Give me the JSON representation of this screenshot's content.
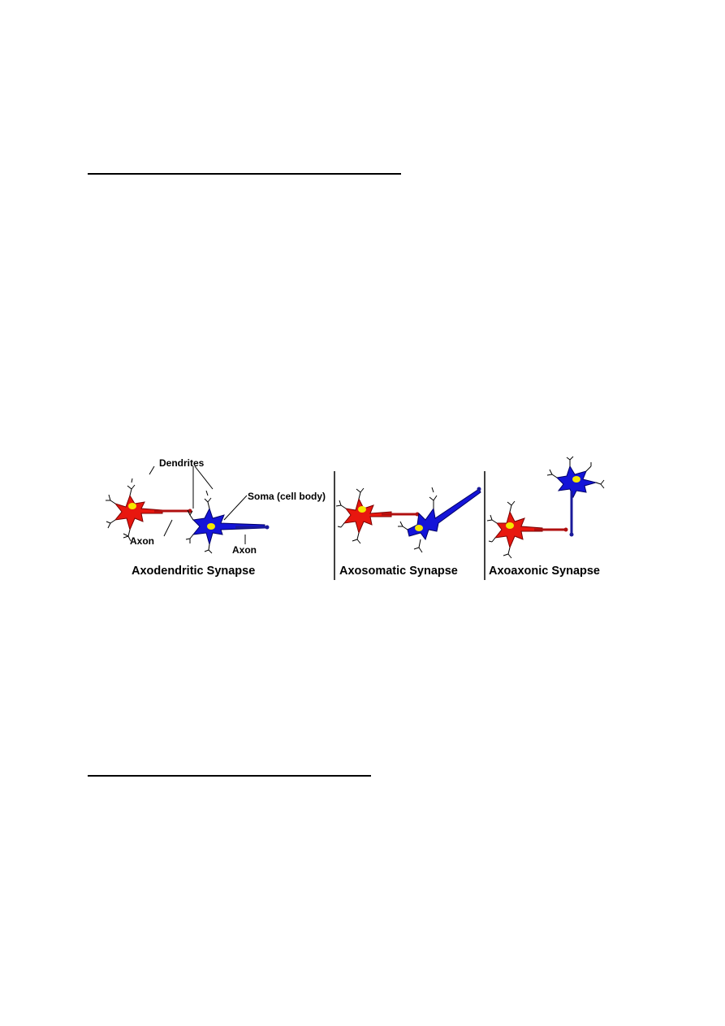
{
  "figure": {
    "labels": {
      "dendrites": "Dendrites",
      "soma": "Soma (cell body)",
      "axon_left": "Axon",
      "axon_right": "Axon"
    },
    "captions": {
      "axodendritic": "Axodendritic Synapse",
      "axosomatic": "Axosomatic Synapse",
      "axoaxonic": "Axoaxonic Synapse"
    },
    "colors": {
      "presynaptic": "#e8170f",
      "postsynaptic": "#1414d8",
      "axon_red": "#b01010",
      "axon_blue": "#1a1a9a",
      "nucleus": "#f5e800"
    }
  }
}
